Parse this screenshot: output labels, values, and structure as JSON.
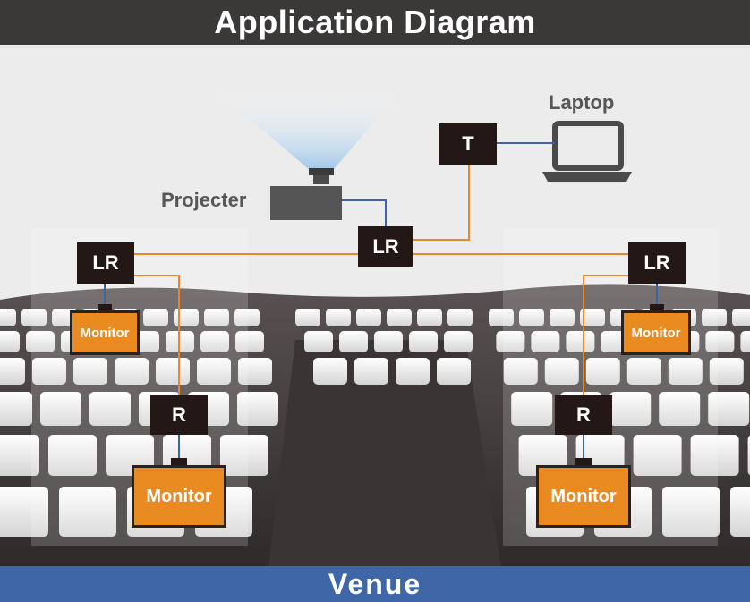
{
  "header": {
    "title": "Application Diagram"
  },
  "footer": {
    "title": "Venue"
  },
  "devices": {
    "transmitter": "T",
    "receiver_center": "LR",
    "receiver_left": "LR",
    "receiver_right": "LR",
    "receiver_small_left": "R",
    "receiver_small_right": "R"
  },
  "labels": {
    "projector": "Projecter",
    "laptop": "Laptop"
  },
  "monitors": {
    "top_left": "Monitor",
    "top_right": "Monitor",
    "bottom_left": "Monitor",
    "bottom_right": "Monitor"
  },
  "colors": {
    "device": "#231815",
    "monitor": "#ea8b22",
    "cable_orange": "#e8882a",
    "cable_blue": "#3c64a6",
    "header": "#3b3838",
    "footer": "#3f67a8"
  }
}
